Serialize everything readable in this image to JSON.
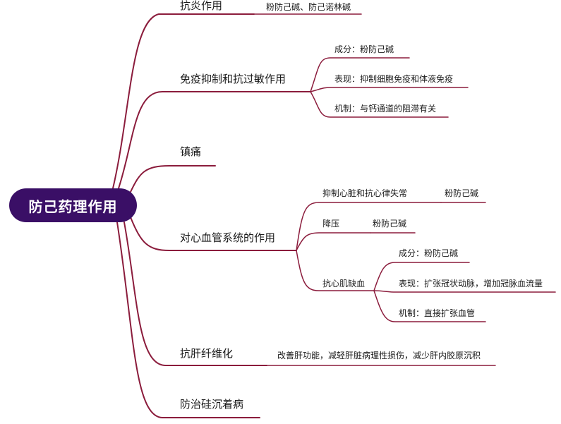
{
  "root": "防己药理作用",
  "branches": {
    "b1": {
      "label": "抗炎作用",
      "note": "粉防己碱、防己诺林碱"
    },
    "b2": {
      "label": "免疫抑制和抗过敏作用",
      "items": [
        "成分：粉防己碱",
        "表现：抑制细胞免疫和体液免疫",
        "机制：与钙通道的阻滞有关"
      ]
    },
    "b3": {
      "label": "镇痛"
    },
    "b4": {
      "label": "对心血管系统的作用",
      "items": [
        {
          "label": "抑制心脏和抗心律失常",
          "note": "粉防己碱"
        },
        {
          "label": "降压",
          "note": "粉防己碱"
        },
        {
          "label": "抗心肌缺血",
          "items": [
            "成分：粉防己碱",
            "表现：扩张冠状动脉，增加冠脉血流量",
            "机制：直接扩张血管"
          ]
        }
      ]
    },
    "b5": {
      "label": "抗肝纤维化",
      "note": "改善肝功能，减轻肝脏病理性损伤，减少肝内胶原沉积"
    },
    "b6": {
      "label": "防治硅沉着病"
    }
  },
  "colors": {
    "root_fill": "#3a0f66",
    "connector": "#8b1c3c",
    "text": "#1a1a1a"
  }
}
